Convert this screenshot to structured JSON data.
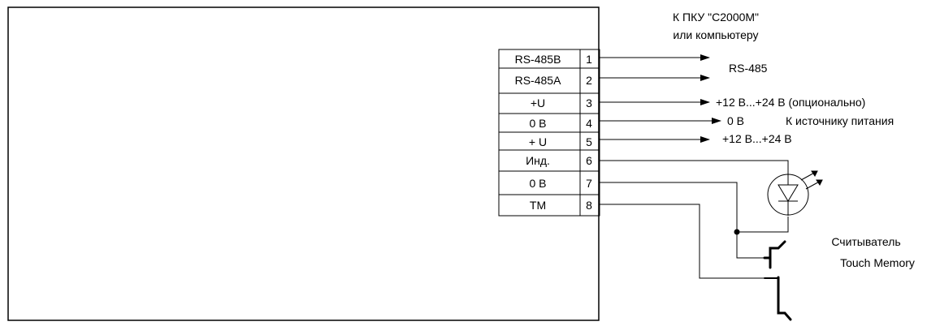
{
  "device": {
    "terminals": [
      {
        "name": "RS-485B",
        "num": "1"
      },
      {
        "name": "RS-485A",
        "num": "2"
      },
      {
        "name": "+U",
        "num": "3"
      },
      {
        "name": "0 В",
        "num": "4"
      },
      {
        "name": "+ U",
        "num": "5"
      },
      {
        "name": "Инд.",
        "num": "6"
      },
      {
        "name": "0 В",
        "num": "7"
      },
      {
        "name": "TM",
        "num": "8"
      }
    ]
  },
  "labels": {
    "pku_line1": "К ПКУ \"С2000М\"",
    "pku_line2": "или компьютеру",
    "rs485": "RS-485",
    "voltage_optional": "+12 В...+24 В (опционально)",
    "zero_volt": "0 В",
    "to_power_source": "К источнику питания",
    "voltage": "+12 В...+24 В",
    "reader_line1": "Считыватель",
    "reader_line2": "Touch Memory"
  }
}
